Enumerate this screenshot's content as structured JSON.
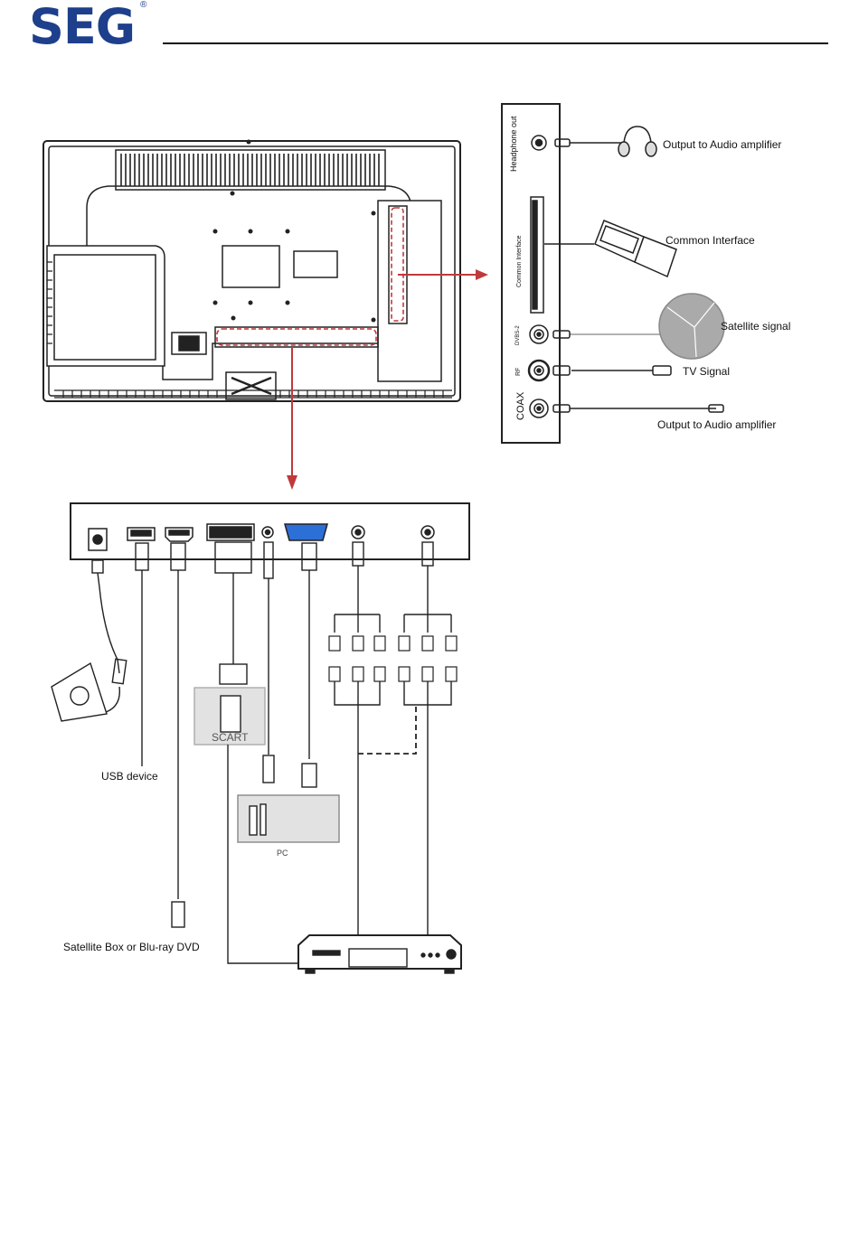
{
  "brand": {
    "logo_text": "SEG",
    "registered_mark": "®"
  },
  "side_panel": {
    "headphone_label": "Headphone out",
    "common_interface_label": "Common Interface",
    "dvbs2_label": "DVBS-2",
    "rf_label": "RF",
    "coax_label": "COAX"
  },
  "callouts": {
    "headphone_out_to_amp": "Output to Audio amplifier",
    "common_interface": "Common Interface",
    "satellite_signal": "Satellite signal",
    "tv_signal": "TV Signal",
    "coax_out_to_amp": "Output to Audio amplifier"
  },
  "devices": {
    "usb_device": "USB device",
    "scart": "SCART",
    "pc": "PC",
    "satellite_box": "Satellite Box or Blu-ray DVD"
  },
  "colors": {
    "brand_blue": "#1d3f8c",
    "arrow_red": "#c0393b",
    "port_blue": "#2c6fd6"
  }
}
